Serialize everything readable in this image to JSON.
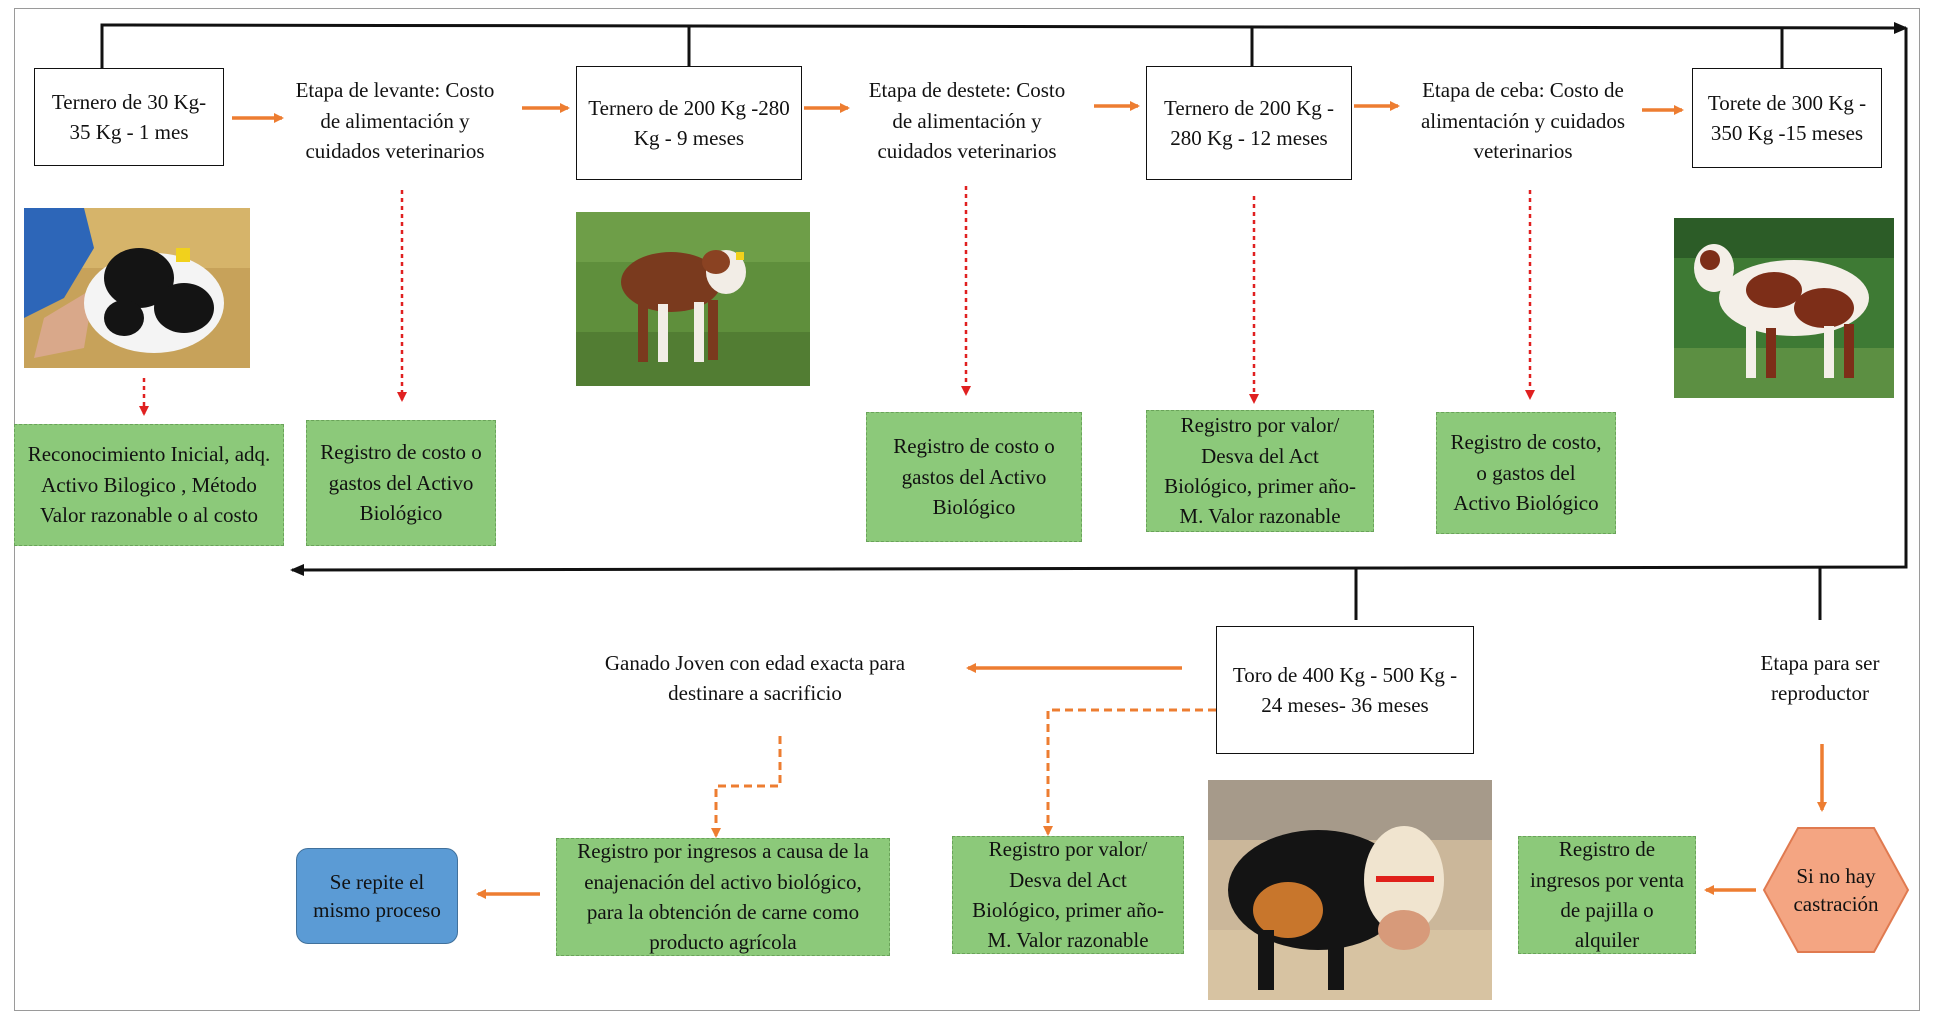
{
  "top_stages": {
    "ternero_1": "Ternero de 30 Kg-35 Kg - 1 mes",
    "etapa_levante": "Etapa de levante: Costo de alimentación y cuidados veterinarios",
    "ternero_2": "Ternero de 200 Kg -280 Kg - 9 meses",
    "etapa_destete": "Etapa de destete: Costo de alimentación y cuidados veterinarios",
    "ternero_3": "Ternero de 200 Kg - 280 Kg - 12 meses",
    "etapa_ceba": "Etapa de ceba: Costo de alimentación y cuidados veterinarios",
    "torete": "Torete de 300 Kg - 350 Kg -15 meses"
  },
  "top_records": {
    "reconocimiento": "Reconocimiento Inicial, adq. Activo Bilogico , Método Valor razonable o al costo",
    "registro_levante": "Registro de costo  o gastos del Activo Biológico",
    "registro_destete": "Registro de costo  o gastos del Activo Biológico",
    "registro_valor_1": "Registro por valor/ Desva del Act Biológico, primer año- M. Valor razonable",
    "registro_ceba": "Registro de costo, o gastos del Activo Biológico"
  },
  "bottom": {
    "toro": "Toro de 400 Kg - 500 Kg - 24 meses- 36 meses",
    "ganado_joven": "Ganado Joven con edad exacta para destinare a sacrificio",
    "etapa_reproductor": "Etapa para ser reproductor",
    "registro_ingresos_carne": "Registro por ingresos a causa de la enajenación del activo biológico, para la obtención de carne como producto agrícola",
    "registro_valor_2": "Registro por valor/ Desva del Act Biológico, primer año- M. Valor razonable",
    "registro_pajilla": "Registro de ingresos por venta de pajilla o alquiler",
    "castracion": "Si no hay castración",
    "repite": "Se repite el mismo proceso"
  },
  "colors": {
    "arrow_orange": "#ed7d31",
    "dotted_red": "#e02020",
    "green_fill": "#8cc97a",
    "blue_fill": "#5b9bd5",
    "hex_fill": "#f4a582"
  }
}
